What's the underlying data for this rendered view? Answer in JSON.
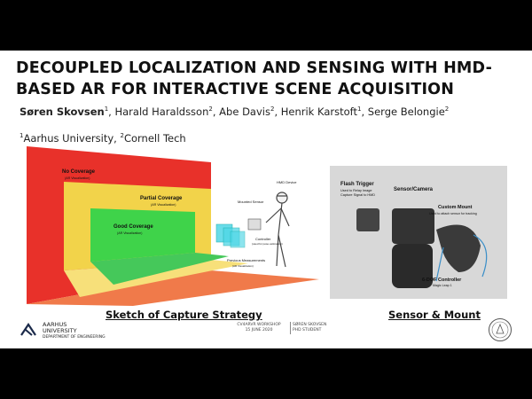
{
  "title": "DECOUPLED LOCALIZATION AND SENSING WITH HMD-BASED AR FOR INTERACTIVE SCENE ACQUISITION",
  "authors": {
    "first": "Søren Skovsen",
    "first_sup": "1",
    "rest": [
      {
        "name": "Harald Haraldsson",
        "sup": "2"
      },
      {
        "name": "Abe Davis",
        "sup": "2"
      },
      {
        "name": "Henrik Karstoft",
        "sup": "1"
      },
      {
        "name": "Serge Belongie",
        "sup": "2"
      }
    ]
  },
  "affiliations": {
    "a1_sup": "1",
    "a1": "Aarhus University, ",
    "a2_sup": "2",
    "a2": "Cornell Tech"
  },
  "figure1": {
    "no_coverage": "No Coverage",
    "no_coverage_sub": "(AR Visualization)",
    "partial_coverage": "Partial Coverage",
    "partial_coverage_sub": "(AR Visualization)",
    "good_coverage": "Good Coverage",
    "good_coverage_sub": "(AR Visualization)",
    "hmd_device": "HMD Device",
    "mounted_sensor": "Mounted Sensor",
    "controller": "Controller",
    "controller_sub": "(used for pose estimation)",
    "previous": "Previous Measurements",
    "previous_sub": "(AR Visualization)",
    "caption": "Sketch of Capture Strategy"
  },
  "figure2": {
    "flash_trigger": "Flash Trigger",
    "flash_sub1": "Used to Relay Image",
    "flash_sub2": "Capture Signal to HMD",
    "sensor_camera": "Sensor/Camera",
    "custom_mount": "Custom Mount",
    "custom_mount_sub": "Used to attach sensor for tracking",
    "controller": "6-DOF Controller",
    "controller_sub": "Magic Leap 1",
    "caption": "Sensor & Mount"
  },
  "footer": {
    "logo_line1": "AARHUS",
    "logo_line2": "UNIVERSITY",
    "logo_line3": "DEPARTMENT OF ENGINEERING",
    "workshop_line1": "CV4ARVR WORKSHOP",
    "workshop_line2": "15 JUNE 2020",
    "name_line1": "SØREN SKOVSEN",
    "name_line2": "PHD STUDENT"
  },
  "colors": {
    "red": "#e8312a",
    "yellow": "#f2d34a",
    "green": "#3fd34a",
    "cyan": "#4fd7e6"
  }
}
